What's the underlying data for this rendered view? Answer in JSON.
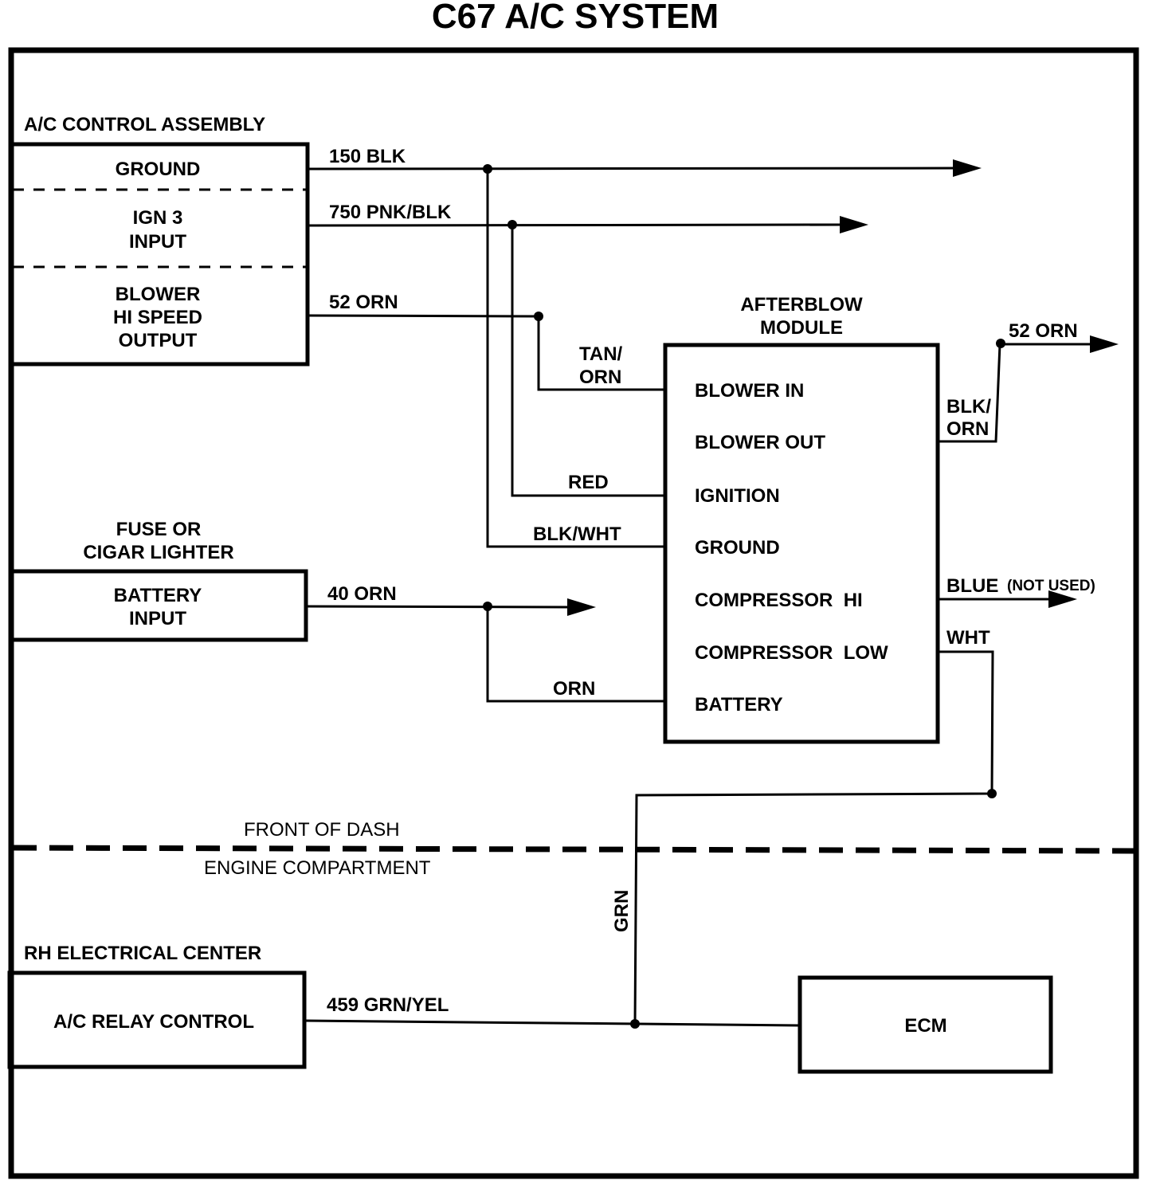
{
  "title": "C67 A/C SYSTEM",
  "ac_control": {
    "heading": "A/C CONTROL ASSEMBLY",
    "ground": "GROUND",
    "ign_line1": "IGN 3",
    "ign_line2": "INPUT",
    "blower_line1": "BLOWER",
    "blower_line2": "HI SPEED",
    "blower_line3": "OUTPUT"
  },
  "fuse": {
    "heading_line1": "FUSE OR",
    "heading_line2": "CIGAR LIGHTER",
    "battery_line1": "BATTERY",
    "battery_line2": "INPUT"
  },
  "afterblow": {
    "heading_line1": "AFTERBLOW",
    "heading_line2": "MODULE",
    "pins": [
      "BLOWER IN",
      "BLOWER OUT",
      "IGNITION",
      "GROUND",
      "COMPRESSOR  HI",
      "COMPRESSOR  LOW",
      "BATTERY"
    ]
  },
  "rh_center": {
    "heading": "RH ELECTRICAL CENTER",
    "relay": "A/C RELAY CONTROL"
  },
  "ecm": {
    "label": "ECM"
  },
  "wires": {
    "blk150": "150 BLK",
    "pnk750": "750 PNK/BLK",
    "orn52": "52 ORN",
    "tan_line1": "TAN/",
    "tan_line2": "ORN",
    "red": "RED",
    "blkwht": "BLK/WHT",
    "orn40": "40 ORN",
    "orn": "ORN",
    "orn52_out": "52 ORN",
    "blkorn_line1": "BLK/",
    "blkorn_line2": "ORN",
    "blue": "BLUE",
    "not_used": "(NOT USED)",
    "wht": "WHT",
    "grn": "GRN",
    "grnyel459": "459 GRN/YEL"
  },
  "dash": {
    "front": "FRONT OF DASH",
    "engine": "ENGINE COMPARTMENT"
  }
}
